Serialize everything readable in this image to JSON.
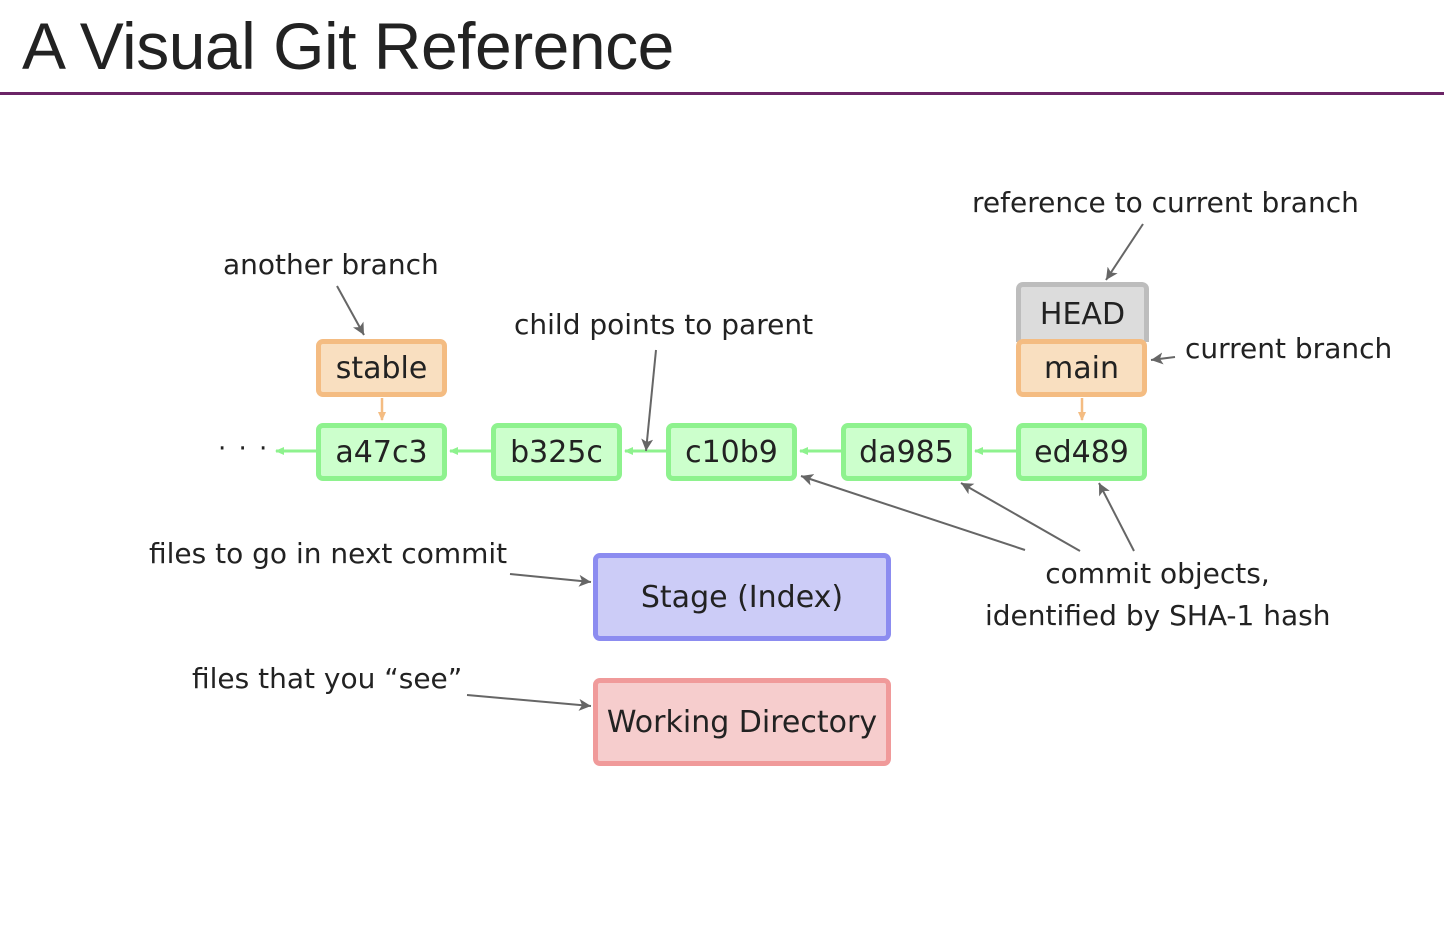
{
  "title": "A Visual Git Reference",
  "ellipsis": "· · ·",
  "commits": [
    "a47c3",
    "b325c",
    "c10b9",
    "da985",
    "ed489"
  ],
  "branches": {
    "stable": "stable",
    "main": "main",
    "head": "HEAD"
  },
  "areas": {
    "stage": "Stage (Index)",
    "working_directory": "Working Directory"
  },
  "annotations": {
    "another_branch": "another branch",
    "child_points_to_parent": "child points to parent",
    "reference_to_current_branch": "reference to current branch",
    "current_branch": "current branch",
    "commit_objects_line1": "commit objects,",
    "commit_objects_line2": "identified by SHA-1 hash",
    "files_next_commit": "files to go in next commit",
    "files_you_see": "files that you “see”"
  },
  "colors": {
    "title_rule": "#6b2466",
    "commit_fill": "#ccffcc",
    "commit_border": "#8ef28e",
    "branch_fill": "#f9dfc0",
    "branch_border": "#f4bc82",
    "head_fill": "#dcdcdc",
    "head_border": "#bdbdbd",
    "stage_fill": "#ccccf7",
    "stage_border": "#8c8cf0",
    "workdir_fill": "#f6cdcd",
    "workdir_border": "#f09a9a",
    "annotation_arrow": "#666666"
  }
}
